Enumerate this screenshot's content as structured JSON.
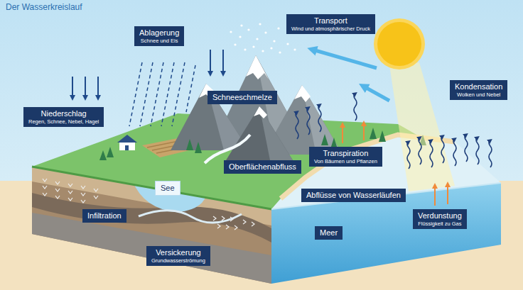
{
  "diagram": {
    "title": "Der Wasserkreislauf",
    "nodes": [
      {
        "text": [
          "Transport",
          "Wind und atmosphärischer Druck"
        ]
      },
      {
        "text": [
          "Ablagerung",
          "Schnee und Eis"
        ]
      },
      {
        "text": [
          "Kondensation",
          "Wolken und Nebel"
        ]
      },
      {
        "text": [
          "Schneeschmelze"
        ]
      },
      {
        "text": [
          "Niederschlag",
          "Regen, Schnee, Nebel, Hagel"
        ]
      },
      {
        "text": [
          "Transpiration",
          "Von Bäumen und Pflanzen"
        ]
      },
      {
        "text": [
          "Oberflächenabfluss"
        ]
      },
      {
        "text": [
          "See"
        ]
      },
      {
        "text": [
          "Abflüsse von Wasserläufen"
        ]
      },
      {
        "text": [
          "Infiltration"
        ]
      },
      {
        "text": [
          "Verdunstung",
          "Flüssigkeit zu Gas"
        ]
      },
      {
        "text": [
          "Meer"
        ]
      },
      {
        "text": [
          "Versickerung",
          "Grundwasserströmung"
        ]
      }
    ]
  }
}
